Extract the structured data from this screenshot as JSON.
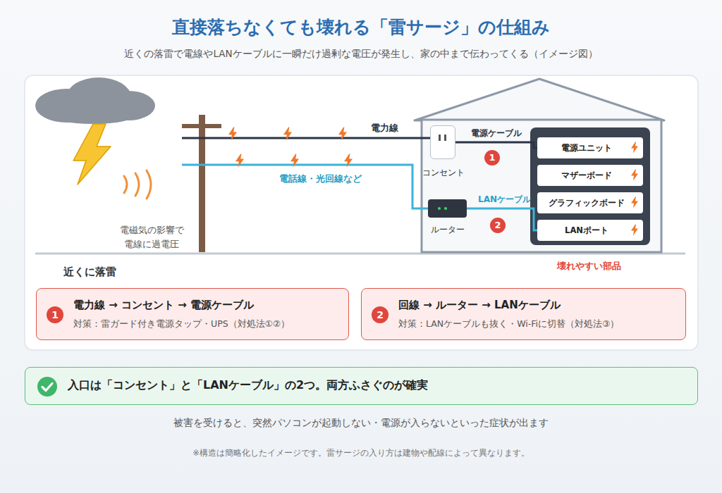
{
  "diagram": {
    "title": "直接落ちなくても壊れる「雷サージ」の仕組み",
    "nodes": [
      {
        "text": [
          "コンセント"
        ]
      },
      {
        "text": [
          "ルーター"
        ]
      },
      {
        "text": [
          "電源ユニット"
        ]
      },
      {
        "text": [
          "マザーボード"
        ]
      },
      {
        "text": [
          "グラフィックボード"
        ]
      },
      {
        "text": [
          "LANポート"
        ]
      },
      {
        "text": [
          "電力線 → コンセント → 電源ケーブル",
          "対策：雷ガード付き電源タップ・UPS（対処法①②）"
        ]
      },
      {
        "text": [
          "回線 → ルーター → LANケーブル",
          "対策：LANケーブルも抜く・Wi-Fiに切替（対処法③）"
        ]
      },
      {
        "text": [
          "入口は「コンセント」と「LANケーブル」の2つ。両方ふさぐのが確実"
        ]
      }
    ],
    "edges": [
      {
        "from": 0,
        "to": 2,
        "label": "電源ケーブル",
        "arrow": "none"
      },
      {
        "from": 1,
        "to": 5,
        "label": "LANケーブル",
        "arrow": "none"
      }
    ],
    "labels": [
      "近くの落雷で電線やLANケーブルに一瞬だけ過剰な電圧が発生し、家の中まで伝わってくる（イメージ図）",
      "電力線",
      "電話線・光回線など",
      "電磁気の影響で 電線に過電圧",
      "近くに落雷",
      "1",
      "2",
      "壊れやすい部品",
      "1",
      "2",
      "被害を受けると、突然パソコンが起動しない・電源が入らないといった症状が出ます",
      "※構造は簡略化したイメージです。雷サージの入り方は建物や配線によって異なります。"
    ]
  }
}
